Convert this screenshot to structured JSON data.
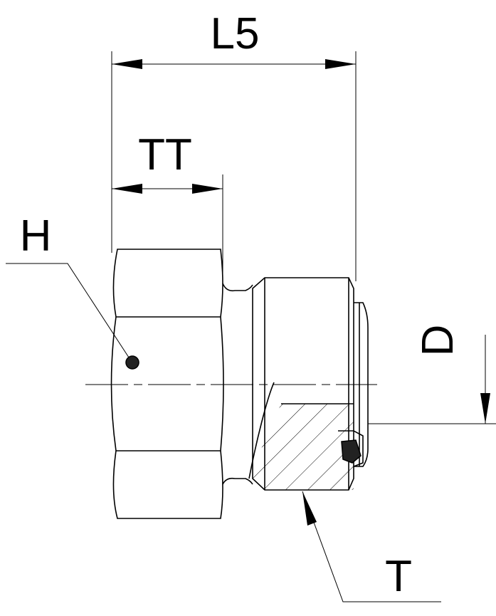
{
  "labels": {
    "l5": "L5",
    "tt": "TT",
    "h": "H",
    "d": "D",
    "t": "T"
  },
  "colors": {
    "line": "#000000",
    "background": "#ffffff"
  }
}
